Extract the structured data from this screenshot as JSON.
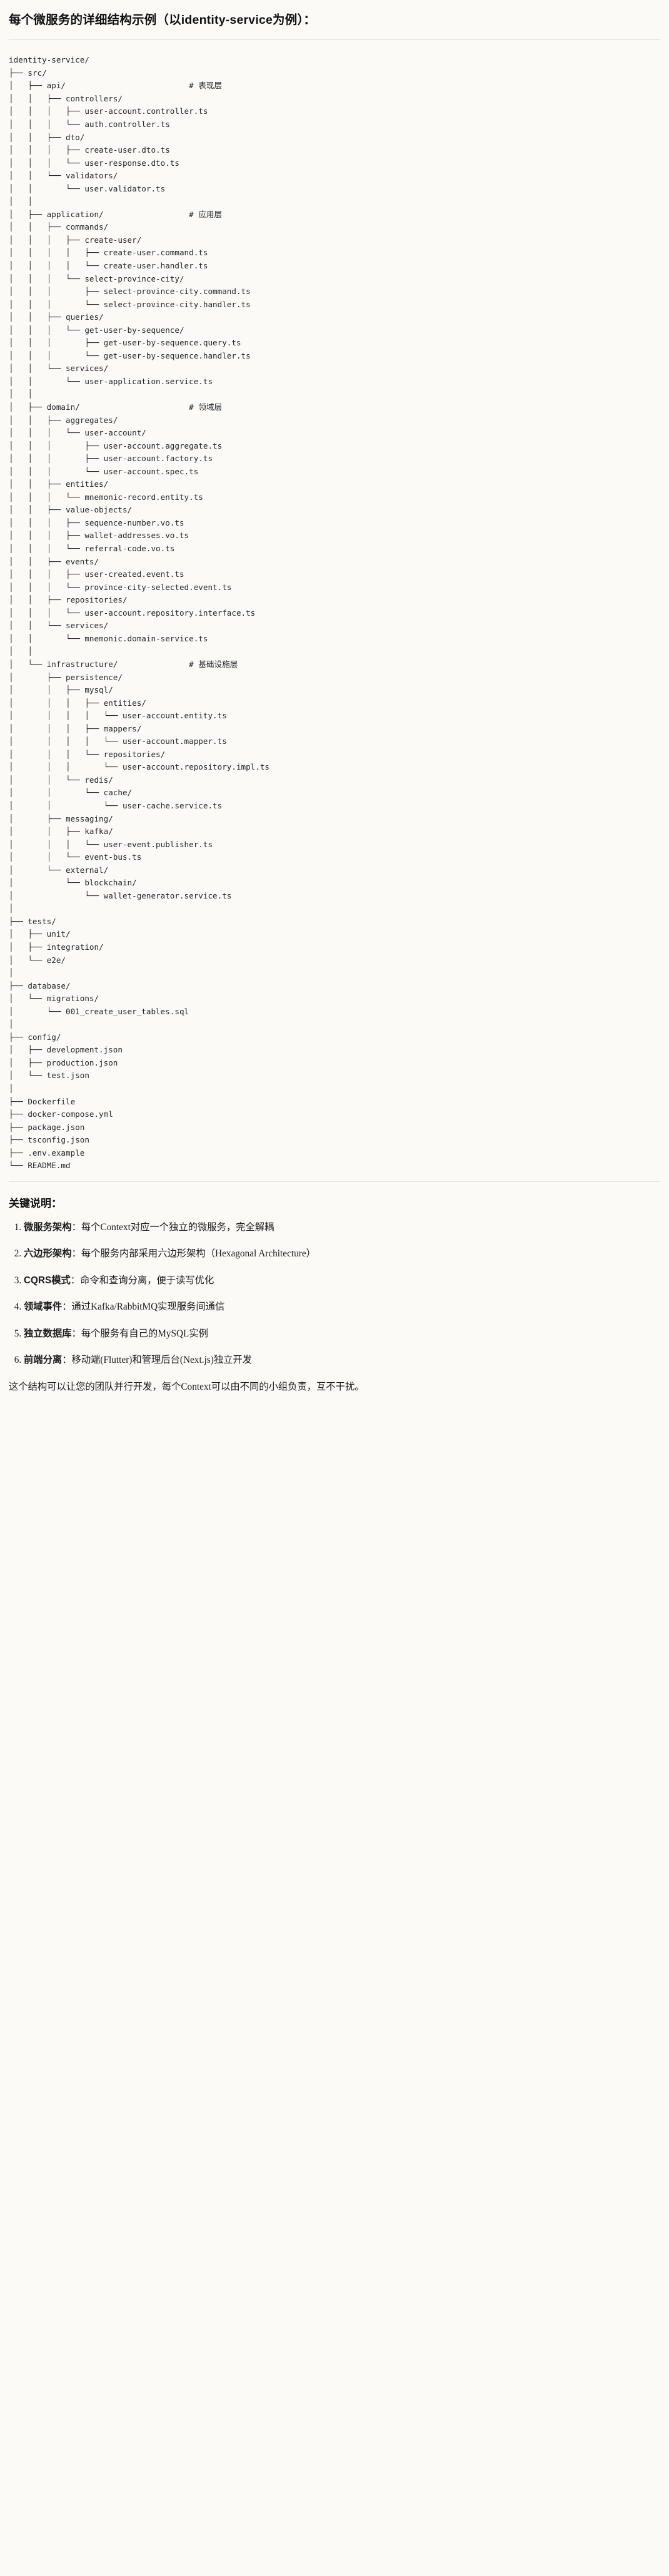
{
  "header": {
    "title": "每个微服务的详细结构示例（以identity-service为例）："
  },
  "tree": {
    "root": "identity-service/",
    "text": "identity-service/\n├── src/\n│   ├── api/                          # 表现层\n│   │   ├── controllers/\n│   │   │   ├── user-account.controller.ts\n│   │   │   └── auth.controller.ts\n│   │   ├── dto/\n│   │   │   ├── create-user.dto.ts\n│   │   │   └── user-response.dto.ts\n│   │   └── validators/\n│   │       └── user.validator.ts\n│   │\n│   ├── application/                  # 应用层\n│   │   ├── commands/\n│   │   │   ├── create-user/\n│   │   │   │   ├── create-user.command.ts\n│   │   │   │   └── create-user.handler.ts\n│   │   │   └── select-province-city/\n│   │   │       ├── select-province-city.command.ts\n│   │   │       └── select-province-city.handler.ts\n│   │   ├── queries/\n│   │   │   └── get-user-by-sequence/\n│   │   │       ├── get-user-by-sequence.query.ts\n│   │   │       └── get-user-by-sequence.handler.ts\n│   │   └── services/\n│   │       └── user-application.service.ts\n│   │\n│   ├── domain/                       # 领域层\n│   │   ├── aggregates/\n│   │   │   └── user-account/\n│   │   │       ├── user-account.aggregate.ts\n│   │   │       ├── user-account.factory.ts\n│   │   │       └── user-account.spec.ts\n│   │   ├── entities/\n│   │   │   └── mnemonic-record.entity.ts\n│   │   ├── value-objects/\n│   │   │   ├── sequence-number.vo.ts\n│   │   │   ├── wallet-addresses.vo.ts\n│   │   │   └── referral-code.vo.ts\n│   │   ├── events/\n│   │   │   ├── user-created.event.ts\n│   │   │   └── province-city-selected.event.ts\n│   │   ├── repositories/\n│   │   │   └── user-account.repository.interface.ts\n│   │   └── services/\n│   │       └── mnemonic.domain-service.ts\n│   │\n│   └── infrastructure/               # 基础设施层\n│       ├── persistence/\n│       │   ├── mysql/\n│       │   │   ├── entities/\n│       │   │   │   └── user-account.entity.ts\n│       │   │   ├── mappers/\n│       │   │   │   └── user-account.mapper.ts\n│       │   │   └── repositories/\n│       │   │       └── user-account.repository.impl.ts\n│       │   └── redis/\n│       │       └── cache/\n│       │           └── user-cache.service.ts\n│       ├── messaging/\n│       │   ├── kafka/\n│       │   │   └── user-event.publisher.ts\n│       │   └── event-bus.ts\n│       └── external/\n│           └── blockchain/\n│               └── wallet-generator.service.ts\n│\n├── tests/\n│   ├── unit/\n│   ├── integration/\n│   └── e2e/\n│\n├── database/\n│   └── migrations/\n│       └── 001_create_user_tables.sql\n│\n├── config/\n│   ├── development.json\n│   ├── production.json\n│   └── test.json\n│\n├── Dockerfile\n├── docker-compose.yml\n├── package.json\n├── tsconfig.json\n├── .env.example\n└── README.md",
    "layer_comments": [
      "# 表现层",
      "# 应用层",
      "# 领域层",
      "# 基础设施层"
    ]
  },
  "notes": {
    "heading": "关键说明：",
    "items": [
      {
        "key": "微服务架构",
        "sep": "：",
        "desc": "每个Context对应一个独立的微服务，完全解耦"
      },
      {
        "key": "六边形架构",
        "sep": "：",
        "desc": "每个服务内部采用六边形架构（Hexagonal Architecture）"
      },
      {
        "key": "CQRS模式",
        "sep": "：",
        "desc": "命令和查询分离，便于读写优化"
      },
      {
        "key": "领域事件",
        "sep": "：",
        "desc": "通过Kafka/RabbitMQ实现服务间通信"
      },
      {
        "key": "独立数据库",
        "sep": "：",
        "desc": "每个服务有自己的MySQL实例"
      },
      {
        "key": "前端分离",
        "sep": "：",
        "desc": "移动端(Flutter)和管理后台(Next.js)独立开发"
      }
    ],
    "closing": "这个结构可以让您的团队并行开发，每个Context可以由不同的小组负责，互不干扰。"
  },
  "colors": {
    "page_bg": "#fbfaf7",
    "text": "#1b1b1b",
    "code_text": "#23272b",
    "rule": "#e3e1db"
  }
}
